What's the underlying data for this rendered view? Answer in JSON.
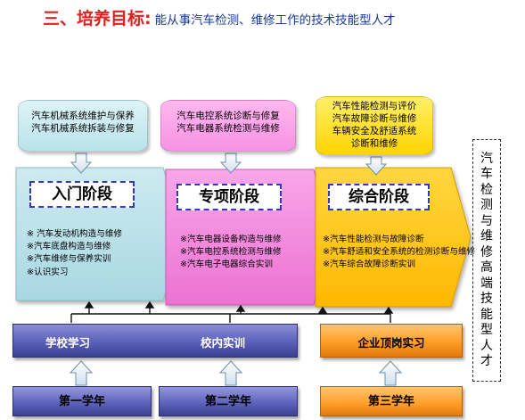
{
  "title": {
    "heading": "三、培养目标:",
    "subtitle": "能从事汽车检测、维修工作的技术技能型人才"
  },
  "top_boxes": [
    {
      "lines": [
        "汽车机械系统维护与保养",
        "汽车机械系统拆装与修复"
      ]
    },
    {
      "lines": [
        "汽车电控系统诊断与修复",
        "汽车电器系统检测与维修"
      ]
    },
    {
      "lines": [
        "汽车性能检测与评价",
        "汽车故障诊断与维修",
        "车辆安全及舒适系统",
        "诊断和维修"
      ]
    }
  ],
  "stages": [
    {
      "label": "入门阶段",
      "items": [
        "※ 汽车发动机构造与维修",
        "※汽车底盘构造与维修",
        "※汽车维修与保养实训",
        "※认识实习"
      ]
    },
    {
      "label": "专项阶段",
      "items": [
        "※汽车电器设备构造与维修",
        "※汽车电控系统检测与维修",
        "※汽车电子电器综合实训"
      ]
    },
    {
      "label": "综合阶段",
      "items": [
        "※汽车性能检测与故障诊断",
        "※汽车舒适和安全系统的检测诊断与维修",
        "※汽车综合故障诊断实训"
      ]
    }
  ],
  "right_label": "汽车检测与维修高端技能型人才",
  "bottom": {
    "school_study": "学校学习",
    "campus_training": "校内实训",
    "enterprise_internship": "企业顶岗实习"
  },
  "years": [
    "第一学年",
    "第二学年",
    "第三学年"
  ],
  "colors": {
    "stage1": "#bfe4ea",
    "stage2": "#f48ae0",
    "stage3": "#ffc800",
    "school": "#5a5fb8",
    "enterprise": "#ff9e28",
    "heading": "#e0201c",
    "subtitle": "#1a3a9a"
  }
}
